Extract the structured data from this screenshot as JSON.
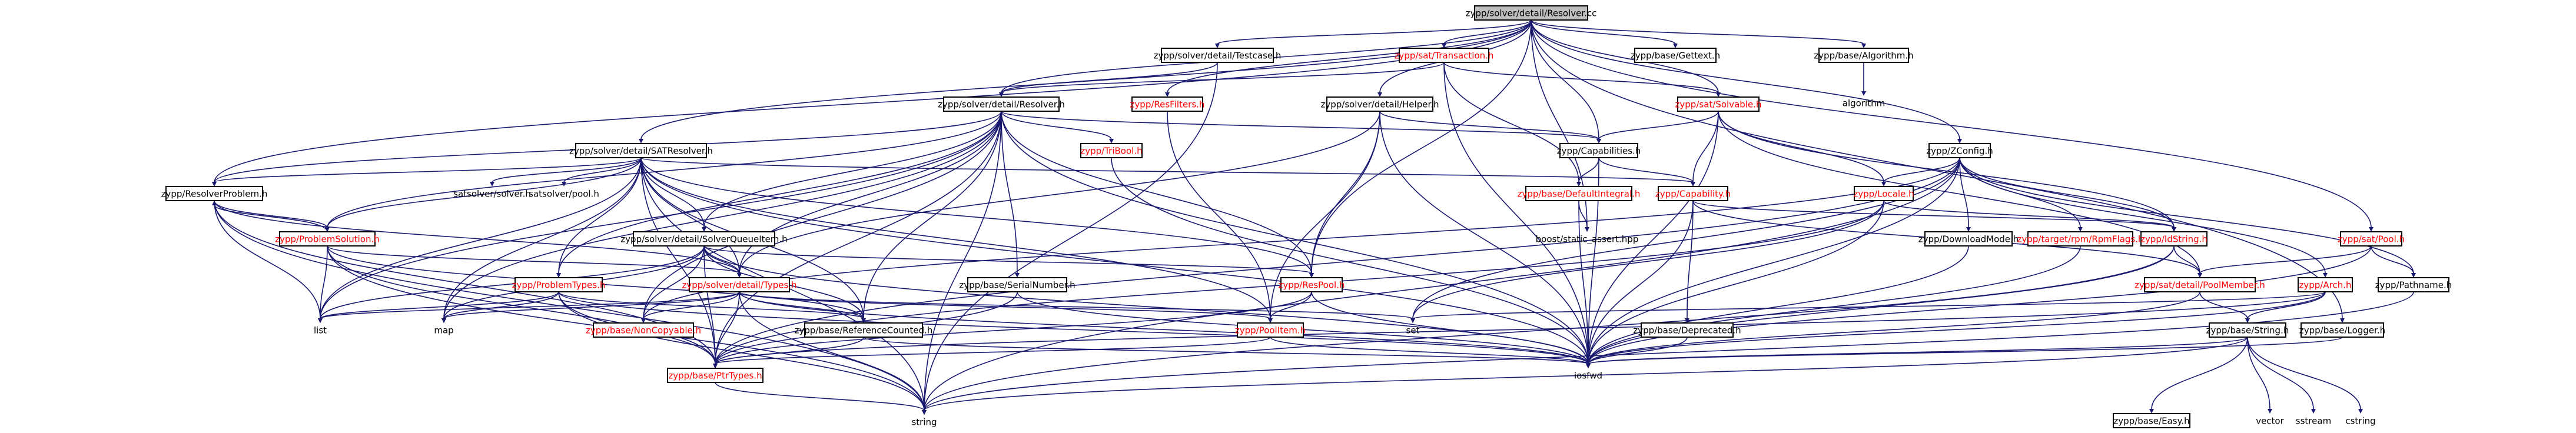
{
  "diagram": {
    "colors": {
      "edge": "#191970",
      "broken_link_text": "#ff0000",
      "root_fill": "#bfbfbf",
      "node_fill": "#ffffff"
    },
    "nodes": [
      {
        "id": "root",
        "label": "zypp/solver/detail/Resolver.cc",
        "style": "root"
      },
      {
        "id": "testcase",
        "label": "zypp/solver/detail/Testcase.h",
        "style": "normal"
      },
      {
        "id": "transaction",
        "label": "zypp/sat/Transaction.h",
        "style": "broken"
      },
      {
        "id": "getset",
        "label": "zypp/base/Gettext.h",
        "style": "normal"
      },
      {
        "id": "algorithm_h",
        "label": "zypp/base/Algorithm.h",
        "style": "normal"
      },
      {
        "id": "algorithm",
        "label": "algorithm",
        "style": "plain"
      },
      {
        "id": "resolver_h",
        "label": "zypp/solver/detail/Resolver.h",
        "style": "normal"
      },
      {
        "id": "resfilters",
        "label": "zypp/ResFilters.h",
        "style": "broken"
      },
      {
        "id": "helper",
        "label": "zypp/solver/detail/Helper.h",
        "style": "normal"
      },
      {
        "id": "solvable",
        "label": "zypp/sat/Solvable.h",
        "style": "broken"
      },
      {
        "id": "zconfig",
        "label": "zypp/ZConfig.h",
        "style": "normal"
      },
      {
        "id": "satresolver",
        "label": "zypp/solver/detail/SATResolver.h",
        "style": "normal"
      },
      {
        "id": "tribool",
        "label": "zypp/TriBool.h",
        "style": "broken"
      },
      {
        "id": "capabilities",
        "label": "zypp/Capabilities.h",
        "style": "normal"
      },
      {
        "id": "resolverproblem",
        "label": "zypp/ResolverProblem.h",
        "style": "normal"
      },
      {
        "id": "satsolver",
        "label": "satsolver/solver.h",
        "style": "plain"
      },
      {
        "id": "satpool",
        "label": "satsolver/pool.h",
        "style": "plain"
      },
      {
        "id": "capability",
        "label": "zypp/Capability.h",
        "style": "broken"
      },
      {
        "id": "defaultintegral",
        "label": "zypp/base/DefaultIntegral.h",
        "style": "broken"
      },
      {
        "id": "locale",
        "label": "zypp/Locale.h",
        "style": "broken"
      },
      {
        "id": "problemsolution",
        "label": "zypp/ProblemSolution.h",
        "style": "broken"
      },
      {
        "id": "solverqueueitem",
        "label": "zypp/solver/detail/SolverQueueItem.h",
        "style": "normal"
      },
      {
        "id": "staticassert",
        "label": "boost/static_assert.hpp",
        "style": "plain"
      },
      {
        "id": "downloadmode",
        "label": "zypp/DownloadMode.h",
        "style": "normal"
      },
      {
        "id": "rpmflags",
        "label": "zypp/target/rpm/RpmFlags.h",
        "style": "broken"
      },
      {
        "id": "idstring",
        "label": "zypp/IdString.h",
        "style": "broken"
      },
      {
        "id": "satpool_h",
        "label": "zypp/sat/Pool.h",
        "style": "broken"
      },
      {
        "id": "problemtypes",
        "label": "zypp/ProblemTypes.h",
        "style": "broken"
      },
      {
        "id": "types",
        "label": "zypp/solver/detail/Types.h",
        "style": "broken"
      },
      {
        "id": "serialnumber",
        "label": "zypp/base/SerialNumber.h",
        "style": "normal"
      },
      {
        "id": "respool",
        "label": "zypp/ResPool.h",
        "style": "broken"
      },
      {
        "id": "poolmember",
        "label": "zypp/sat/detail/PoolMember.h",
        "style": "broken"
      },
      {
        "id": "arch",
        "label": "zypp/Arch.h",
        "style": "broken"
      },
      {
        "id": "pathname",
        "label": "zypp/Pathname.h",
        "style": "normal"
      },
      {
        "id": "list",
        "label": "list",
        "style": "plain"
      },
      {
        "id": "map",
        "label": "map",
        "style": "plain"
      },
      {
        "id": "noncopyable",
        "label": "zypp/base/NonCopyable.h",
        "style": "broken"
      },
      {
        "id": "refcounted",
        "label": "zypp/base/ReferenceCounted.h",
        "style": "normal"
      },
      {
        "id": "poolitem",
        "label": "zypp/PoolItem.h",
        "style": "broken"
      },
      {
        "id": "set",
        "label": "set",
        "style": "plain"
      },
      {
        "id": "deprecated",
        "label": "zypp/base/Deprecated.h",
        "style": "normal"
      },
      {
        "id": "string_h",
        "label": "zypp/base/String.h",
        "style": "normal"
      },
      {
        "id": "logger",
        "label": "zypp/base/Logger.h",
        "style": "normal"
      },
      {
        "id": "ptrtypes",
        "label": "zypp/base/PtrTypes.h",
        "style": "broken"
      },
      {
        "id": "iosfwd",
        "label": "iosfwd",
        "style": "plain"
      },
      {
        "id": "easy",
        "label": "zypp/base/Easy.h",
        "style": "normal"
      },
      {
        "id": "vector",
        "label": "vector",
        "style": "plain"
      },
      {
        "id": "sstream",
        "label": "sstream",
        "style": "plain"
      },
      {
        "id": "cstring",
        "label": "cstring",
        "style": "plain"
      },
      {
        "id": "string",
        "label": "string",
        "style": "plain"
      }
    ],
    "edges": [
      [
        "root",
        "testcase"
      ],
      [
        "root",
        "transaction"
      ],
      [
        "root",
        "getset"
      ],
      [
        "root",
        "algorithm_h"
      ],
      [
        "root",
        "resolver_h"
      ],
      [
        "root",
        "resfilters"
      ],
      [
        "root",
        "helper"
      ],
      [
        "root",
        "solvable"
      ],
      [
        "root",
        "zconfig"
      ],
      [
        "root",
        "satresolver"
      ],
      [
        "root",
        "capabilities"
      ],
      [
        "root",
        "resolverproblem"
      ],
      [
        "root",
        "respool"
      ],
      [
        "root",
        "satpool_h"
      ],
      [
        "root",
        "logger"
      ],
      [
        "root",
        "staticassert"
      ],
      [
        "algorithm_h",
        "algorithm"
      ],
      [
        "testcase",
        "resolver_h"
      ],
      [
        "testcase",
        "string"
      ],
      [
        "transaction",
        "solvable"
      ],
      [
        "transaction",
        "defaultintegral"
      ],
      [
        "transaction",
        "iosfwd"
      ],
      [
        "transaction",
        "resolver_h"
      ],
      [
        "resolver_h",
        "resolverproblem"
      ],
      [
        "resolver_h",
        "problemsolution"
      ],
      [
        "resolver_h",
        "tribool"
      ],
      [
        "resolver_h",
        "capabilities"
      ],
      [
        "resolver_h",
        "solverqueueitem"
      ],
      [
        "resolver_h",
        "types"
      ],
      [
        "resolver_h",
        "serialnumber"
      ],
      [
        "resolver_h",
        "respool"
      ],
      [
        "resolver_h",
        "refcounted"
      ],
      [
        "resolver_h",
        "list"
      ],
      [
        "resolver_h",
        "map"
      ],
      [
        "resolver_h",
        "string"
      ],
      [
        "resolver_h",
        "iosfwd"
      ],
      [
        "resolver_h",
        "ptrtypes"
      ],
      [
        "resolver_h",
        "problemtypes"
      ],
      [
        "resolver_h",
        "noncopyable"
      ],
      [
        "resfilters",
        "poolitem"
      ],
      [
        "helper",
        "capabilities"
      ],
      [
        "helper",
        "respool"
      ],
      [
        "helper",
        "types"
      ],
      [
        "helper",
        "poolitem"
      ],
      [
        "helper",
        "iosfwd"
      ],
      [
        "solvable",
        "capabilities"
      ],
      [
        "solvable",
        "capability"
      ],
      [
        "solvable",
        "locale"
      ],
      [
        "solvable",
        "idstring"
      ],
      [
        "solvable",
        "poolmember"
      ],
      [
        "solvable",
        "iosfwd"
      ],
      [
        "zconfig",
        "locale"
      ],
      [
        "zconfig",
        "downloadmode"
      ],
      [
        "zconfig",
        "rpmflags"
      ],
      [
        "zconfig",
        "idstring"
      ],
      [
        "zconfig",
        "arch"
      ],
      [
        "zconfig",
        "pathname"
      ],
      [
        "zconfig",
        "set"
      ],
      [
        "zconfig",
        "string"
      ],
      [
        "zconfig",
        "noncopyable"
      ],
      [
        "zconfig",
        "ptrtypes"
      ],
      [
        "zconfig",
        "iosfwd"
      ],
      [
        "satresolver",
        "resolverproblem"
      ],
      [
        "satresolver",
        "problemsolution"
      ],
      [
        "satresolver",
        "satsolver"
      ],
      [
        "satresolver",
        "satpool"
      ],
      [
        "satresolver",
        "capability"
      ],
      [
        "satresolver",
        "solverqueueitem"
      ],
      [
        "satresolver",
        "problemtypes"
      ],
      [
        "satresolver",
        "types"
      ],
      [
        "satresolver",
        "respool"
      ],
      [
        "satresolver",
        "poolitem"
      ],
      [
        "satresolver",
        "list"
      ],
      [
        "satresolver",
        "map"
      ],
      [
        "satresolver",
        "string"
      ],
      [
        "satresolver",
        "ptrtypes"
      ],
      [
        "satresolver",
        "refcounted"
      ],
      [
        "satresolver",
        "iosfwd"
      ],
      [
        "tribool",
        "iosfwd"
      ],
      [
        "capabilities",
        "capability"
      ],
      [
        "capabilities",
        "defaultintegral"
      ],
      [
        "capabilities",
        "iosfwd"
      ],
      [
        "resolverproblem",
        "problemsolution"
      ],
      [
        "resolverproblem",
        "list"
      ],
      [
        "resolverproblem",
        "string"
      ],
      [
        "resolverproblem",
        "types"
      ],
      [
        "resolverproblem",
        "ptrtypes"
      ],
      [
        "capability",
        "idstring"
      ],
      [
        "capability",
        "poolmember"
      ],
      [
        "capability",
        "deprecated"
      ],
      [
        "capability",
        "iosfwd"
      ],
      [
        "defaultintegral",
        "staticassert"
      ],
      [
        "defaultintegral",
        "iosfwd"
      ],
      [
        "locale",
        "idstring"
      ],
      [
        "locale",
        "set"
      ],
      [
        "locale",
        "iosfwd"
      ],
      [
        "locale",
        "ptrtypes"
      ],
      [
        "problemsolution",
        "list"
      ],
      [
        "problemsolution",
        "string"
      ],
      [
        "problemsolution",
        "types"
      ],
      [
        "problemsolution",
        "refcounted"
      ],
      [
        "problemsolution",
        "ptrtypes"
      ],
      [
        "problemsolution",
        "resolverproblem"
      ],
      [
        "solverqueueitem",
        "list"
      ],
      [
        "solverqueueitem",
        "map"
      ],
      [
        "solverqueueitem",
        "types"
      ],
      [
        "solverqueueitem",
        "respool"
      ],
      [
        "solverqueueitem",
        "refcounted"
      ],
      [
        "solverqueueitem",
        "iosfwd"
      ],
      [
        "solverqueueitem",
        "noncopyable"
      ],
      [
        "solverqueueitem",
        "ptrtypes"
      ],
      [
        "downloadmode",
        "iosfwd"
      ],
      [
        "rpmflags",
        "iosfwd"
      ],
      [
        "idstring",
        "poolmember"
      ],
      [
        "idstring",
        "iosfwd"
      ],
      [
        "idstring",
        "string"
      ],
      [
        "satpool_h",
        "poolmember"
      ],
      [
        "satpool_h",
        "pathname"
      ],
      [
        "satpool_h",
        "iosfwd"
      ],
      [
        "problemtypes",
        "list"
      ],
      [
        "problemtypes",
        "map"
      ],
      [
        "problemtypes",
        "string"
      ],
      [
        "problemtypes",
        "refcounted"
      ],
      [
        "problemtypes",
        "ptrtypes"
      ],
      [
        "problemtypes",
        "iosfwd"
      ],
      [
        "types",
        "list"
      ],
      [
        "types",
        "set"
      ],
      [
        "types",
        "map"
      ],
      [
        "types",
        "string"
      ],
      [
        "types",
        "refcounted"
      ],
      [
        "types",
        "ptrtypes"
      ],
      [
        "types",
        "iosfwd"
      ],
      [
        "types",
        "poolitem"
      ],
      [
        "types",
        "noncopyable"
      ],
      [
        "serialnumber",
        "ptrtypes"
      ],
      [
        "serialnumber",
        "iosfwd"
      ],
      [
        "respool",
        "poolitem"
      ],
      [
        "respool",
        "iosfwd"
      ],
      [
        "respool",
        "ptrtypes"
      ],
      [
        "poolmember",
        "string_h"
      ],
      [
        "poolmember",
        "iosfwd"
      ],
      [
        "arch",
        "string_h"
      ],
      [
        "arch",
        "set"
      ],
      [
        "arch",
        "iosfwd"
      ],
      [
        "arch",
        "ptrtypes"
      ],
      [
        "pathname",
        "string"
      ],
      [
        "refcounted",
        "ptrtypes"
      ],
      [
        "refcounted",
        "iosfwd"
      ],
      [
        "poolitem",
        "iosfwd"
      ],
      [
        "poolitem",
        "ptrtypes"
      ],
      [
        "string_h",
        "easy"
      ],
      [
        "string_h",
        "vector"
      ],
      [
        "string_h",
        "sstream"
      ],
      [
        "string_h",
        "cstring"
      ],
      [
        "string_h",
        "string"
      ],
      [
        "string_h",
        "iosfwd"
      ],
      [
        "logger",
        "iosfwd"
      ],
      [
        "ptrtypes",
        "string"
      ],
      [
        "deprecated",
        "iosfwd"
      ]
    ]
  }
}
